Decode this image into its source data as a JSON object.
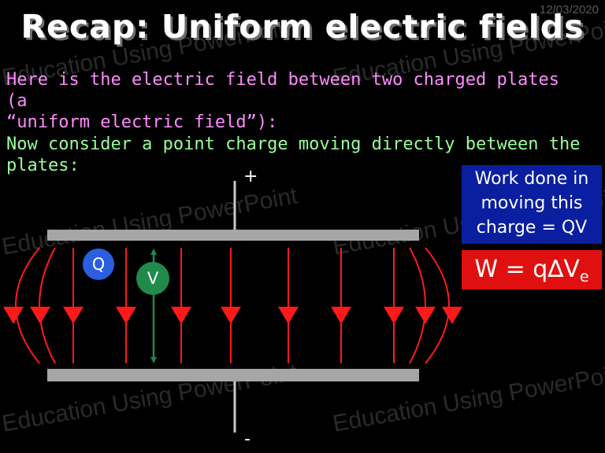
{
  "slide": {
    "date": "12/03/2020",
    "title": "Recap: Uniform electric fields",
    "intro_line1": "Here is the electric field between two charged plates (a",
    "intro_line2": "“uniform electric field”):",
    "consider_line1": "Now consider a point charge moving directly between the",
    "consider_line2": "plates:",
    "watermark": "Education Using PowerPoint"
  },
  "diagram": {
    "top_plate_sign": "+",
    "bottom_plate_sign": "-",
    "charge_label": "Q",
    "potential_label": "V",
    "colors": {
      "plate": "#a6a6a6",
      "field_line": "#ff1a1a",
      "charge": "#2a5fe0",
      "potential": "#218a4b"
    }
  },
  "info_boxes": {
    "work_line1": "Work done in",
    "work_line2": "moving this",
    "work_line3": "charge = QV",
    "formula_main": "W = q∆V",
    "formula_sub": "e",
    "colors": {
      "work_box": "#0a1fa0",
      "formula_box": "#e01010"
    }
  }
}
